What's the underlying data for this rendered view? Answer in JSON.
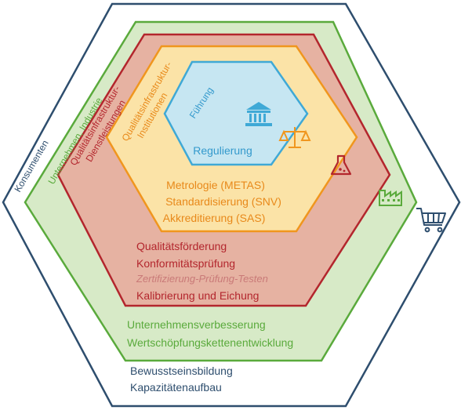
{
  "layers": {
    "core": {
      "labels": [
        "Führung",
        "Regulierung"
      ],
      "color": "#3fa9d6",
      "fill": "#c6e6f2",
      "icon": "bank-building-icon"
    },
    "institutions": {
      "title_line1": "Qualitätsinfrastruktur-",
      "title_line2": "Institutionen",
      "items": [
        "Metrologie (METAS)",
        "Standardisierung (SNV)",
        "Akkreditierung (SAS)"
      ],
      "color": "#f0961e",
      "fill": "#fbe3a7",
      "icon": "balance-scale-icon"
    },
    "services": {
      "title_line1": "Qualitätsinfrastruktur-",
      "title_line2": "Dienstleistungen",
      "items": [
        "Qualitätsförderung",
        "Konformitätsprüfung"
      ],
      "subnote": "Zertifizierung-Prüfung-Testen",
      "item_last": "Kalibrierung und Eichung",
      "color": "#b3262d",
      "fill": "#e6b2a2",
      "icon": "lab-flask-icon"
    },
    "industry": {
      "title": "Unternehmen, Industrie",
      "items": [
        "Unternehmensverbesserung",
        "Wertschöpfungskettenentwicklung"
      ],
      "color": "#5aaa3c",
      "fill": "#d7eac7",
      "icon": "factory-icon"
    },
    "consumers": {
      "title": "Konsumenten",
      "items": [
        "Bewusstseinsbildung",
        "Kapazitätenaufbau"
      ],
      "color": "#2e4e6e",
      "fill": "#ffffff",
      "icon": "shopping-cart-icon"
    }
  }
}
